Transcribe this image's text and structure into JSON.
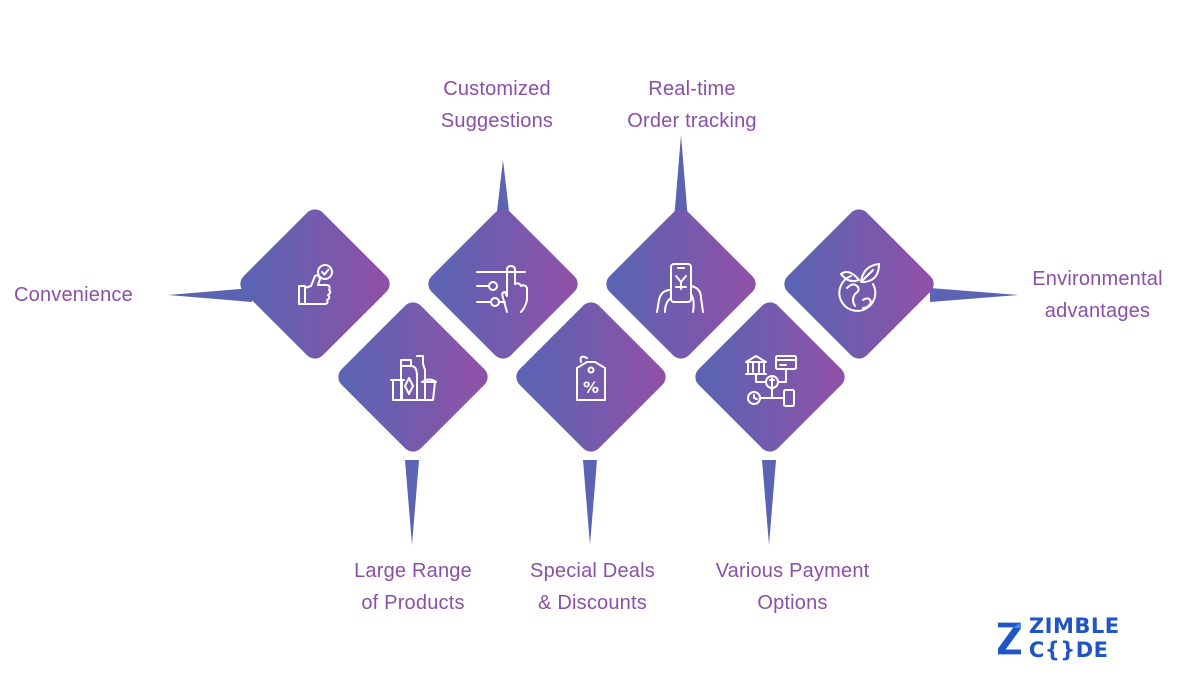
{
  "diagram": {
    "items": [
      {
        "name": "convenience",
        "lines": [
          "Convenience"
        ],
        "icon": "thumbs-up-check-icon"
      },
      {
        "name": "large-range-of-products",
        "lines": [
          "Large Range",
          "of Products"
        ],
        "icon": "grocery-products-icon"
      },
      {
        "name": "customized-suggestions",
        "lines": [
          "Customized",
          "Suggestions"
        ],
        "icon": "touch-slider-icon"
      },
      {
        "name": "special-deals-discounts",
        "lines": [
          "Special Deals",
          "& Discounts"
        ],
        "icon": "discount-tag-icon"
      },
      {
        "name": "real-time-order-tracking",
        "lines": [
          "Real-time",
          "Order tracking"
        ],
        "icon": "phone-in-hands-icon"
      },
      {
        "name": "various-payment-options",
        "lines": [
          "Various Payment",
          "Options"
        ],
        "icon": "payment-methods-icon"
      },
      {
        "name": "environmental-advantages",
        "lines": [
          "Environmental",
          "advantages"
        ],
        "icon": "eco-globe-icon"
      }
    ],
    "colors": {
      "gradient_start": "#5b63b2",
      "gradient_end": "#8d52a8",
      "connector": "#5b63b2",
      "label": "#8a4fa6",
      "icon_stroke": "#ffffff"
    }
  },
  "logo": {
    "text": "ZIMBLE C{}DE",
    "color": "#1f55c4",
    "icon": "zimble-z-logo-icon"
  }
}
